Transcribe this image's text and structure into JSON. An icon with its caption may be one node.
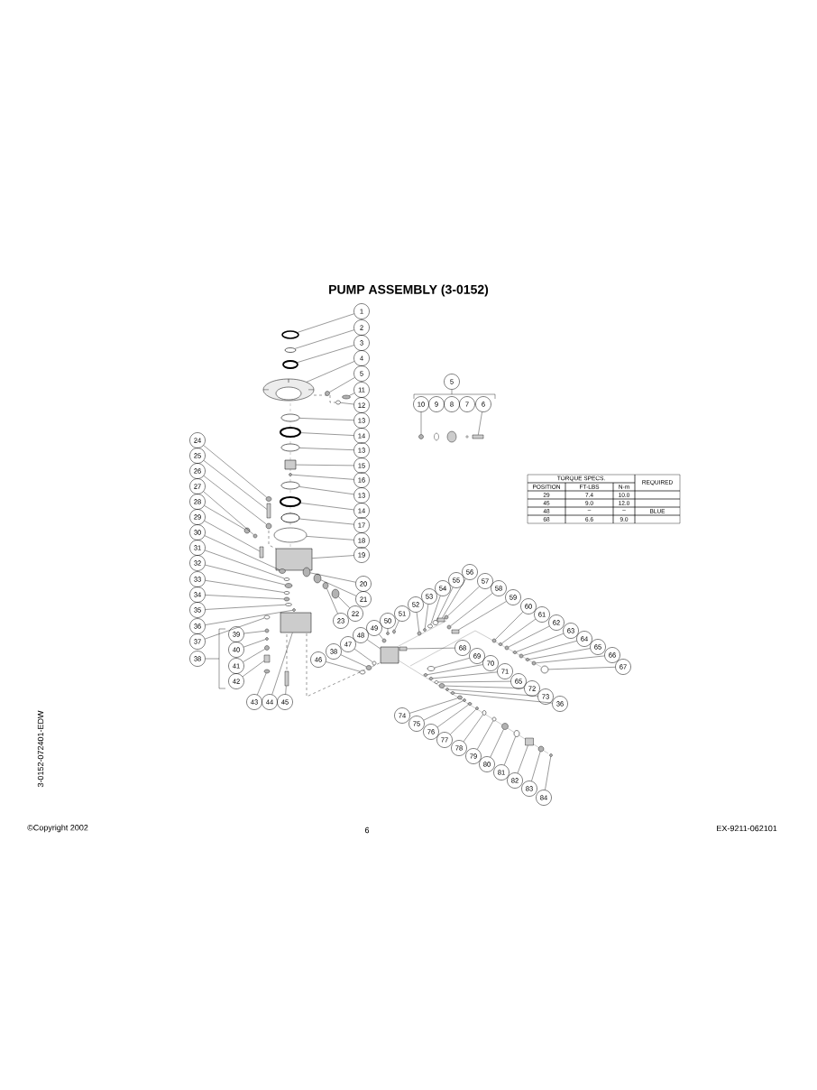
{
  "diagram": {
    "title": "PUMP ASSEMBLY (3-0152)",
    "nodes": [
      {
        "text": [
          "1"
        ]
      },
      {
        "text": [
          "2"
        ]
      },
      {
        "text": [
          "3"
        ]
      },
      {
        "text": [
          "4"
        ]
      },
      {
        "text": [
          "5"
        ]
      },
      {
        "text": [
          "11"
        ]
      },
      {
        "text": [
          "12"
        ]
      },
      {
        "text": [
          "13"
        ]
      },
      {
        "text": [
          "14"
        ]
      },
      {
        "text": [
          "13"
        ]
      },
      {
        "text": [
          "15"
        ]
      },
      {
        "text": [
          "16"
        ]
      },
      {
        "text": [
          "13"
        ]
      },
      {
        "text": [
          "14"
        ]
      },
      {
        "text": [
          "17"
        ]
      },
      {
        "text": [
          "18"
        ]
      },
      {
        "text": [
          "19"
        ]
      },
      {
        "text": [
          "20"
        ]
      },
      {
        "text": [
          "21"
        ]
      },
      {
        "text": [
          "22"
        ]
      },
      {
        "text": [
          "23"
        ]
      },
      {
        "text": [
          "5"
        ]
      },
      {
        "text": [
          "10"
        ]
      },
      {
        "text": [
          "9"
        ]
      },
      {
        "text": [
          "8"
        ]
      },
      {
        "text": [
          "7"
        ]
      },
      {
        "text": [
          "6"
        ]
      },
      {
        "text": [
          "24"
        ]
      },
      {
        "text": [
          "25"
        ]
      },
      {
        "text": [
          "26"
        ]
      },
      {
        "text": [
          "27"
        ]
      },
      {
        "text": [
          "28"
        ]
      },
      {
        "text": [
          "29"
        ]
      },
      {
        "text": [
          "30"
        ]
      },
      {
        "text": [
          "31"
        ]
      },
      {
        "text": [
          "32"
        ]
      },
      {
        "text": [
          "33"
        ]
      },
      {
        "text": [
          "34"
        ]
      },
      {
        "text": [
          "35"
        ]
      },
      {
        "text": [
          "36"
        ]
      },
      {
        "text": [
          "37"
        ]
      },
      {
        "text": [
          "38"
        ]
      },
      {
        "text": [
          "39"
        ]
      },
      {
        "text": [
          "40"
        ]
      },
      {
        "text": [
          "41"
        ]
      },
      {
        "text": [
          "42"
        ]
      },
      {
        "text": [
          "43"
        ]
      },
      {
        "text": [
          "44"
        ]
      },
      {
        "text": [
          "45"
        ]
      },
      {
        "text": [
          "46"
        ]
      },
      {
        "text": [
          "38"
        ]
      },
      {
        "text": [
          "47"
        ]
      },
      {
        "text": [
          "48"
        ]
      },
      {
        "text": [
          "49"
        ]
      },
      {
        "text": [
          "50"
        ]
      },
      {
        "text": [
          "51"
        ]
      },
      {
        "text": [
          "52"
        ]
      },
      {
        "text": [
          "53"
        ]
      },
      {
        "text": [
          "54"
        ]
      },
      {
        "text": [
          "55"
        ]
      },
      {
        "text": [
          "56"
        ]
      },
      {
        "text": [
          "57"
        ]
      },
      {
        "text": [
          "58"
        ]
      },
      {
        "text": [
          "59"
        ]
      },
      {
        "text": [
          "60"
        ]
      },
      {
        "text": [
          "61"
        ]
      },
      {
        "text": [
          "62"
        ]
      },
      {
        "text": [
          "63"
        ]
      },
      {
        "text": [
          "64"
        ]
      },
      {
        "text": [
          "65"
        ]
      },
      {
        "text": [
          "66"
        ]
      },
      {
        "text": [
          "67"
        ]
      },
      {
        "text": [
          "68"
        ]
      },
      {
        "text": [
          "69"
        ]
      },
      {
        "text": [
          "70"
        ]
      },
      {
        "text": [
          "71"
        ]
      },
      {
        "text": [
          "65"
        ]
      },
      {
        "text": [
          "72"
        ]
      },
      {
        "text": [
          "73"
        ]
      },
      {
        "text": [
          "36"
        ]
      },
      {
        "text": [
          "74"
        ]
      },
      {
        "text": [
          "75"
        ]
      },
      {
        "text": [
          "76"
        ]
      },
      {
        "text": [
          "77"
        ]
      },
      {
        "text": [
          "78"
        ]
      },
      {
        "text": [
          "79"
        ]
      },
      {
        "text": [
          "80"
        ]
      },
      {
        "text": [
          "81"
        ]
      },
      {
        "text": [
          "82"
        ]
      },
      {
        "text": [
          "83"
        ]
      },
      {
        "text": [
          "84"
        ]
      },
      {
        "text": [],
        "shape": "ring"
      },
      {
        "text": [],
        "shape": "ring"
      },
      {
        "text": [],
        "shape": "ring"
      },
      {
        "text": [],
        "shape": "picture"
      },
      {
        "text": [],
        "shape": "disc"
      },
      {
        "text": [],
        "shape": "disc"
      },
      {
        "text": [],
        "shape": "ring"
      },
      {
        "text": [],
        "shape": "ring"
      },
      {
        "text": [],
        "shape": "ring"
      },
      {
        "text": [],
        "shape": "ring"
      },
      {
        "text": [],
        "shape": "block"
      },
      {
        "text": [],
        "shape": "disc"
      },
      {
        "text": [],
        "shape": "ring"
      },
      {
        "text": [],
        "shape": "ring"
      },
      {
        "text": [],
        "shape": "ring"
      },
      {
        "text": [],
        "shape": "ring"
      },
      {
        "text": [],
        "shape": "block"
      },
      {
        "text": [],
        "shape": "disc"
      },
      {
        "text": [],
        "shape": "disc"
      },
      {
        "text": [],
        "shape": "disc"
      },
      {
        "text": [],
        "shape": "disc"
      },
      {
        "text": [],
        "shape": "disc"
      },
      {
        "text": [],
        "shape": "block"
      },
      {
        "text": [],
        "shape": "disc"
      },
      {
        "text": [],
        "shape": "block"
      },
      {
        "text": [],
        "shape": "disc"
      },
      {
        "text": [],
        "shape": "disc"
      },
      {
        "text": [],
        "shape": "disc"
      },
      {
        "text": [],
        "shape": "block"
      },
      {
        "text": [],
        "shape": "disc"
      },
      {
        "text": [],
        "shape": "ring"
      },
      {
        "text": [],
        "shape": "disc"
      },
      {
        "text": [],
        "shape": "ring"
      },
      {
        "text": [],
        "shape": "disc"
      },
      {
        "text": [],
        "shape": "ring"
      },
      {
        "text": [],
        "shape": "disc"
      },
      {
        "text": [],
        "shape": "ring"
      },
      {
        "text": [],
        "shape": "disc"
      },
      {
        "text": [],
        "shape": "disc"
      },
      {
        "text": [],
        "shape": "disc"
      },
      {
        "text": [],
        "shape": "block"
      },
      {
        "text": [],
        "shape": "disc"
      },
      {
        "text": [],
        "shape": "block"
      },
      {
        "text": [],
        "shape": "block"
      },
      {
        "text": [],
        "shape": "ring"
      },
      {
        "text": [],
        "shape": "disc"
      },
      {
        "text": [],
        "shape": "ring"
      },
      {
        "text": [],
        "shape": "block"
      },
      {
        "text": [],
        "shape": "disc"
      },
      {
        "text": [],
        "shape": "disc"
      },
      {
        "text": [],
        "shape": "disc"
      },
      {
        "text": [],
        "shape": "disc"
      },
      {
        "text": [],
        "shape": "disc"
      },
      {
        "text": [],
        "shape": "ring"
      },
      {
        "text": [],
        "shape": "ring"
      },
      {
        "text": [],
        "shape": "block"
      },
      {
        "text": [],
        "shape": "disc"
      },
      {
        "text": [],
        "shape": "disc"
      },
      {
        "text": [],
        "shape": "block"
      },
      {
        "text": [],
        "shape": "disc"
      },
      {
        "text": [],
        "shape": "disc"
      },
      {
        "text": [],
        "shape": "disc"
      },
      {
        "text": [],
        "shape": "disc"
      },
      {
        "text": [],
        "shape": "disc"
      },
      {
        "text": [],
        "shape": "disc"
      },
      {
        "text": [],
        "shape": "disc"
      },
      {
        "text": [],
        "shape": "ring"
      },
      {
        "text": [],
        "shape": "block"
      },
      {
        "text": [],
        "shape": "ring"
      },
      {
        "text": [],
        "shape": "disc"
      },
      {
        "text": [],
        "shape": "disc"
      },
      {
        "text": [],
        "shape": "ring"
      },
      {
        "text": [],
        "shape": "disc"
      },
      {
        "text": [],
        "shape": "disc"
      },
      {
        "text": [],
        "shape": "disc"
      },
      {
        "text": [],
        "shape": "disc"
      },
      {
        "text": [],
        "shape": "disc"
      },
      {
        "text": [],
        "shape": "disc"
      },
      {
        "text": [],
        "shape": "disc"
      },
      {
        "text": [],
        "shape": "ring"
      },
      {
        "text": [],
        "shape": "ring"
      },
      {
        "text": [],
        "shape": "disc"
      },
      {
        "text": [],
        "shape": "ring"
      },
      {
        "text": [],
        "shape": "block"
      },
      {
        "text": [],
        "shape": "disc"
      },
      {
        "text": [],
        "shape": "disc"
      }
    ],
    "edges": [
      {
        "from": 0,
        "to": 91,
        "arrow": "none"
      },
      {
        "from": 1,
        "to": 92,
        "arrow": "none"
      },
      {
        "from": 2,
        "to": 93,
        "arrow": "none"
      },
      {
        "from": 3,
        "to": 94,
        "arrow": "none"
      },
      {
        "from": 4,
        "to": 95,
        "arrow": "none"
      },
      {
        "from": 5,
        "to": 96,
        "arrow": "none"
      },
      {
        "from": 6,
        "to": 97,
        "arrow": "none"
      },
      {
        "from": 7,
        "to": 98,
        "arrow": "none"
      },
      {
        "from": 8,
        "to": 99,
        "arrow": "none"
      },
      {
        "from": 9,
        "to": 100,
        "arrow": "none"
      },
      {
        "from": 10,
        "to": 101,
        "arrow": "none"
      },
      {
        "from": 11,
        "to": 102,
        "arrow": "none"
      },
      {
        "from": 12,
        "to": 103,
        "arrow": "none"
      },
      {
        "from": 13,
        "to": 104,
        "arrow": "none"
      },
      {
        "from": 14,
        "to": 105,
        "arrow": "none"
      },
      {
        "from": 15,
        "to": 106,
        "arrow": "none"
      },
      {
        "from": 16,
        "to": 107,
        "arrow": "none"
      },
      {
        "from": 17,
        "to": 108,
        "arrow": "none"
      },
      {
        "from": 18,
        "to": 109,
        "arrow": "none"
      },
      {
        "from": 19,
        "to": 110,
        "arrow": "none"
      },
      {
        "from": 20,
        "to": 111,
        "arrow": "none"
      },
      {
        "from": 22,
        "to": 112,
        "arrow": "none"
      },
      {
        "from": 26,
        "to": 113,
        "arrow": "none"
      },
      {
        "from": 27,
        "to": 114,
        "arrow": "none"
      },
      {
        "from": 28,
        "to": 115,
        "arrow": "none"
      },
      {
        "from": 29,
        "to": 116,
        "arrow": "none"
      },
      {
        "from": 30,
        "to": 117,
        "arrow": "none"
      },
      {
        "from": 31,
        "to": 118,
        "arrow": "none"
      },
      {
        "from": 32,
        "to": 119,
        "arrow": "none"
      },
      {
        "from": 33,
        "to": 120,
        "arrow": "none"
      },
      {
        "from": 34,
        "to": 121,
        "arrow": "none"
      },
      {
        "from": 35,
        "to": 122,
        "arrow": "none"
      },
      {
        "from": 36,
        "to": 123,
        "arrow": "none"
      },
      {
        "from": 37,
        "to": 124,
        "arrow": "none"
      },
      {
        "from": 38,
        "to": 125,
        "arrow": "none"
      },
      {
        "from": 39,
        "to": 126,
        "arrow": "none"
      },
      {
        "from": 40,
        "to": 127,
        "arrow": "none"
      },
      {
        "from": 42,
        "to": 128,
        "arrow": "none"
      },
      {
        "from": 43,
        "to": 129,
        "arrow": "none"
      },
      {
        "from": 44,
        "to": 130,
        "arrow": "none"
      },
      {
        "from": 45,
        "to": 131,
        "arrow": "none"
      },
      {
        "from": 46,
        "to": 132,
        "arrow": "none"
      },
      {
        "from": 47,
        "to": 133,
        "arrow": "none"
      },
      {
        "from": 48,
        "to": 134,
        "arrow": "none"
      },
      {
        "from": 49,
        "to": 135,
        "arrow": "none"
      },
      {
        "from": 50,
        "to": 136,
        "arrow": "none"
      },
      {
        "from": 51,
        "to": 137,
        "arrow": "none"
      },
      {
        "from": 52,
        "to": 138,
        "arrow": "none"
      },
      {
        "from": 53,
        "to": 139,
        "arrow": "none"
      },
      {
        "from": 54,
        "to": 140,
        "arrow": "none"
      },
      {
        "from": 55,
        "to": 141,
        "arrow": "none"
      },
      {
        "from": 56,
        "to": 142,
        "arrow": "none"
      },
      {
        "from": 57,
        "to": 143,
        "arrow": "none"
      },
      {
        "from": 58,
        "to": 144,
        "arrow": "none"
      },
      {
        "from": 59,
        "to": 145,
        "arrow": "none"
      },
      {
        "from": 60,
        "to": 146,
        "arrow": "none"
      },
      {
        "from": 61,
        "to": 147,
        "arrow": "none"
      },
      {
        "from": 62,
        "to": 148,
        "arrow": "none"
      },
      {
        "from": 63,
        "to": 149,
        "arrow": "none"
      },
      {
        "from": 64,
        "to": 150,
        "arrow": "none"
      },
      {
        "from": 65,
        "to": 151,
        "arrow": "none"
      },
      {
        "from": 66,
        "to": 152,
        "arrow": "none"
      },
      {
        "from": 67,
        "to": 153,
        "arrow": "none"
      },
      {
        "from": 68,
        "to": 154,
        "arrow": "none"
      },
      {
        "from": 69,
        "to": 155,
        "arrow": "none"
      },
      {
        "from": 70,
        "to": 156,
        "arrow": "none"
      },
      {
        "from": 71,
        "to": 157,
        "arrow": "none"
      },
      {
        "from": 72,
        "to": 158,
        "arrow": "none"
      },
      {
        "from": 73,
        "to": 159,
        "arrow": "none"
      },
      {
        "from": 74,
        "to": 160,
        "arrow": "none"
      },
      {
        "from": 75,
        "to": 161,
        "arrow": "none"
      },
      {
        "from": 76,
        "to": 162,
        "arrow": "none"
      },
      {
        "from": 77,
        "to": 163,
        "arrow": "none"
      },
      {
        "from": 78,
        "to": 164,
        "arrow": "none"
      },
      {
        "from": 79,
        "to": 165,
        "arrow": "none"
      },
      {
        "from": 80,
        "to": 166,
        "arrow": "none"
      },
      {
        "from": 81,
        "to": 167,
        "arrow": "none"
      },
      {
        "from": 82,
        "to": 168,
        "arrow": "none"
      },
      {
        "from": 83,
        "to": 169,
        "arrow": "none"
      },
      {
        "from": 84,
        "to": 170,
        "arrow": "none"
      },
      {
        "from": 85,
        "to": 171,
        "arrow": "none"
      },
      {
        "from": 86,
        "to": 172,
        "arrow": "none"
      },
      {
        "from": 87,
        "to": 173,
        "arrow": "none"
      },
      {
        "from": 88,
        "to": 174,
        "arrow": "none"
      },
      {
        "from": 89,
        "to": 175,
        "arrow": "none"
      },
      {
        "from": 90,
        "to": 176,
        "arrow": "none"
      }
    ],
    "labels": [
      "TORQUE SPECS.",
      "REQUIRED",
      "POSITION",
      "FT-LBS",
      "N-m",
      "29",
      "7.4",
      "10.0",
      "45",
      "9.0",
      "12.0",
      "48",
      "–",
      "–",
      "BLUE",
      "68",
      "6.6",
      "9.0",
      "©Copyright 2002",
      "6",
      "EX-9211-062101",
      "3-0152-072401-EDW"
    ]
  }
}
